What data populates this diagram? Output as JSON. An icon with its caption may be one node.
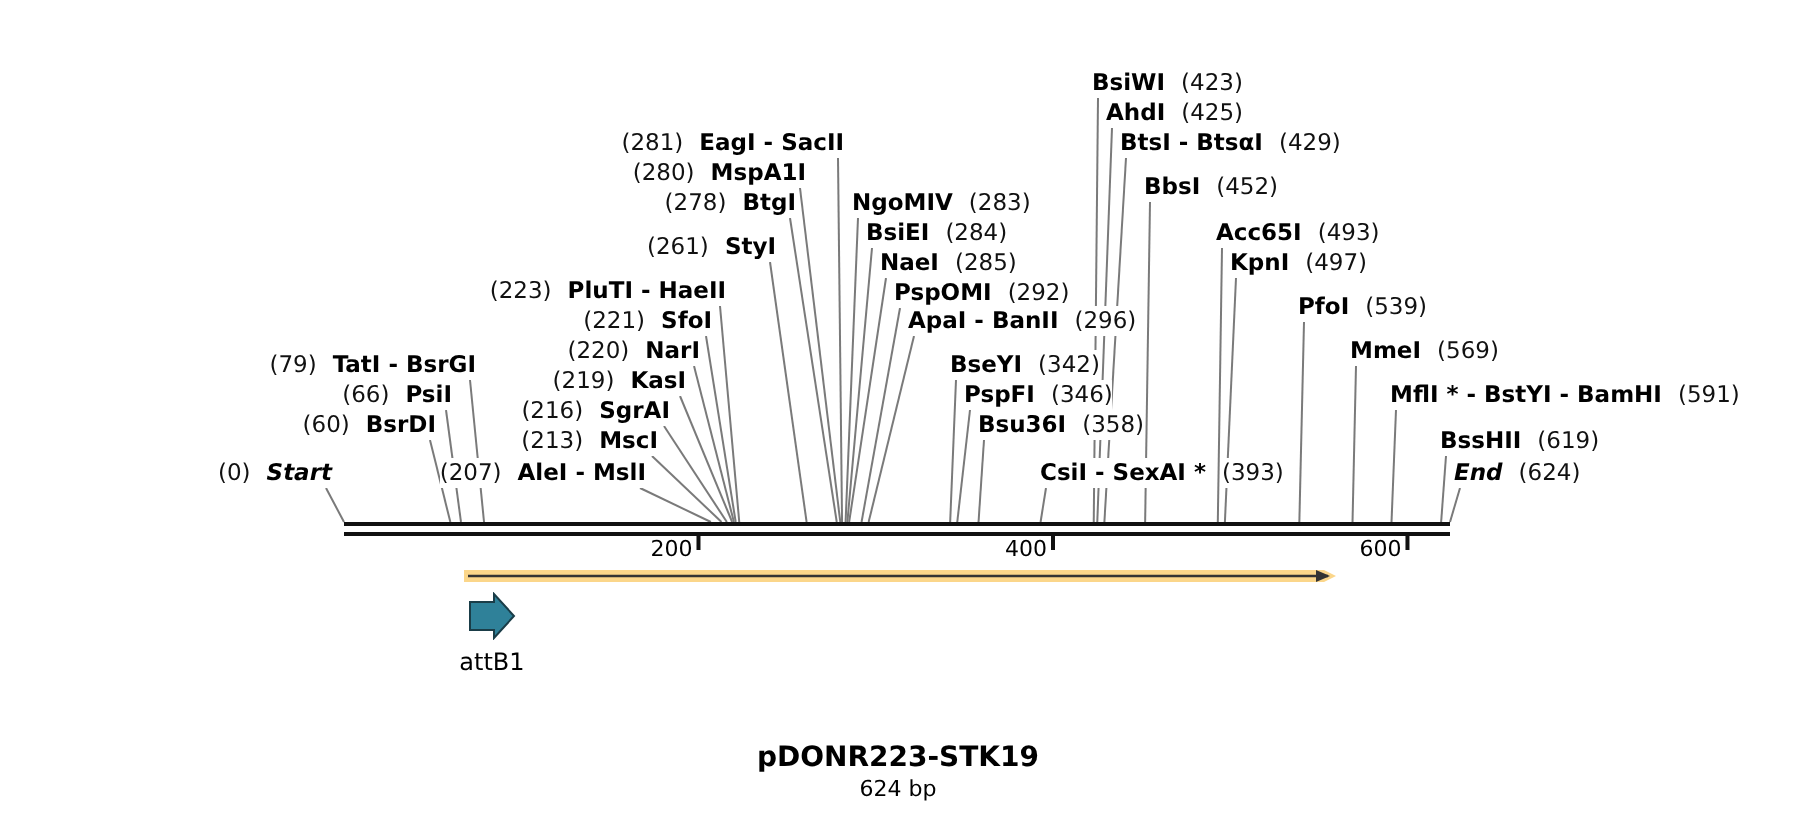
{
  "diagram": {
    "title": "pDONR223-STK19",
    "caption": "624 bp",
    "nodes": [
      {
        "text": [
          "BsiWI",
          "(423)"
        ]
      },
      {
        "text": [
          "AhdI",
          "(425)"
        ]
      },
      {
        "text": [
          "(281)",
          "EagI - SacII"
        ]
      },
      {
        "text": [
          "BtsI - BtsαI",
          "(429)"
        ]
      },
      {
        "text": [
          "(280)",
          "MspA1I"
        ]
      },
      {
        "text": [
          "BbsI",
          "(452)"
        ]
      },
      {
        "text": [
          "(278)",
          "BtgI"
        ]
      },
      {
        "text": [
          "NgoMIV",
          "(283)"
        ]
      },
      {
        "text": [
          "BsiEI",
          "(284)"
        ]
      },
      {
        "text": [
          "Acc65I",
          "(493)"
        ]
      },
      {
        "text": [
          "(261)",
          "StyI"
        ]
      },
      {
        "text": [
          "NaeI",
          "(285)"
        ]
      },
      {
        "text": [
          "KpnI",
          "(497)"
        ]
      },
      {
        "text": [
          "(223)",
          "PluTI - HaeII"
        ]
      },
      {
        "text": [
          "PspOMI",
          "(292)"
        ]
      },
      {
        "text": [
          "PfoI",
          "(539)"
        ]
      },
      {
        "text": [
          "(221)",
          "SfoI"
        ]
      },
      {
        "text": [
          "ApaI - BanII",
          "(296)"
        ]
      },
      {
        "text": [
          "(220)",
          "NarI"
        ]
      },
      {
        "text": [
          "MmeI",
          "(569)"
        ]
      },
      {
        "text": [
          "(79)",
          "TatI - BsrGI"
        ]
      },
      {
        "text": [
          "BseYI",
          "(342)"
        ]
      },
      {
        "text": [
          "(219)",
          "KasI"
        ]
      },
      {
        "text": [
          "(66)",
          "PsiI"
        ]
      },
      {
        "text": [
          "PspFI",
          "(346)"
        ]
      },
      {
        "text": [
          "MflI * - BstYI - BamHI",
          "(591)"
        ]
      },
      {
        "text": [
          "(216)",
          "SgrAI"
        ]
      },
      {
        "text": [
          "(60)",
          "BsrDI"
        ]
      },
      {
        "text": [
          "Bsu36I",
          "(358)"
        ]
      },
      {
        "text": [
          "(213)",
          "MscI"
        ]
      },
      {
        "text": [
          "BssHII",
          "(619)"
        ]
      },
      {
        "text": [
          "(0)",
          "Start"
        ]
      },
      {
        "text": [
          "(207)",
          "AleI - MslI"
        ]
      },
      {
        "text": [
          "CsiI - SexAI *",
          "(393)"
        ]
      },
      {
        "text": [
          "End",
          "(624)"
        ]
      },
      {
        "text": [],
        "shape": "bar",
        "beside": [
          "200",
          "400",
          "600"
        ]
      },
      {
        "text": [
          "attB1"
        ]
      }
    ],
    "edges": [
      {
        "from": 0,
        "to": 35,
        "arrow": "none"
      },
      {
        "from": 1,
        "to": 35,
        "arrow": "none"
      },
      {
        "from": 2,
        "to": 35,
        "arrow": "none"
      },
      {
        "from": 3,
        "to": 35,
        "arrow": "none"
      },
      {
        "from": 4,
        "to": 35,
        "arrow": "none"
      },
      {
        "from": 5,
        "to": 35,
        "arrow": "none"
      },
      {
        "from": 6,
        "to": 35,
        "arrow": "none"
      },
      {
        "from": 7,
        "to": 35,
        "arrow": "none"
      },
      {
        "from": 8,
        "to": 35,
        "arrow": "none"
      },
      {
        "from": 9,
        "to": 35,
        "arrow": "none"
      },
      {
        "from": 10,
        "to": 35,
        "arrow": "none"
      },
      {
        "from": 11,
        "to": 35,
        "arrow": "none"
      },
      {
        "from": 12,
        "to": 35,
        "arrow": "none"
      },
      {
        "from": 13,
        "to": 35,
        "arrow": "none"
      },
      {
        "from": 14,
        "to": 35,
        "arrow": "none"
      },
      {
        "from": 15,
        "to": 35,
        "arrow": "none"
      },
      {
        "from": 16,
        "to": 35,
        "arrow": "none"
      },
      {
        "from": 17,
        "to": 35,
        "arrow": "none"
      },
      {
        "from": 18,
        "to": 35,
        "arrow": "none"
      },
      {
        "from": 19,
        "to": 35,
        "arrow": "none"
      },
      {
        "from": 20,
        "to": 35,
        "arrow": "none"
      },
      {
        "from": 21,
        "to": 35,
        "arrow": "none"
      },
      {
        "from": 22,
        "to": 35,
        "arrow": "none"
      },
      {
        "from": 23,
        "to": 35,
        "arrow": "none"
      },
      {
        "from": 24,
        "to": 35,
        "arrow": "none"
      },
      {
        "from": 25,
        "to": 35,
        "arrow": "none"
      },
      {
        "from": 26,
        "to": 35,
        "arrow": "none"
      },
      {
        "from": 27,
        "to": 35,
        "arrow": "none"
      },
      {
        "from": 28,
        "to": 35,
        "arrow": "none"
      },
      {
        "from": 29,
        "to": 35,
        "arrow": "none"
      },
      {
        "from": 30,
        "to": 35,
        "arrow": "none"
      },
      {
        "from": 31,
        "to": 35,
        "arrow": "none"
      },
      {
        "from": 32,
        "to": 35,
        "arrow": "none"
      },
      {
        "from": 33,
        "to": 35,
        "arrow": "none"
      },
      {
        "from": 34,
        "to": 35,
        "arrow": "none"
      }
    ]
  }
}
